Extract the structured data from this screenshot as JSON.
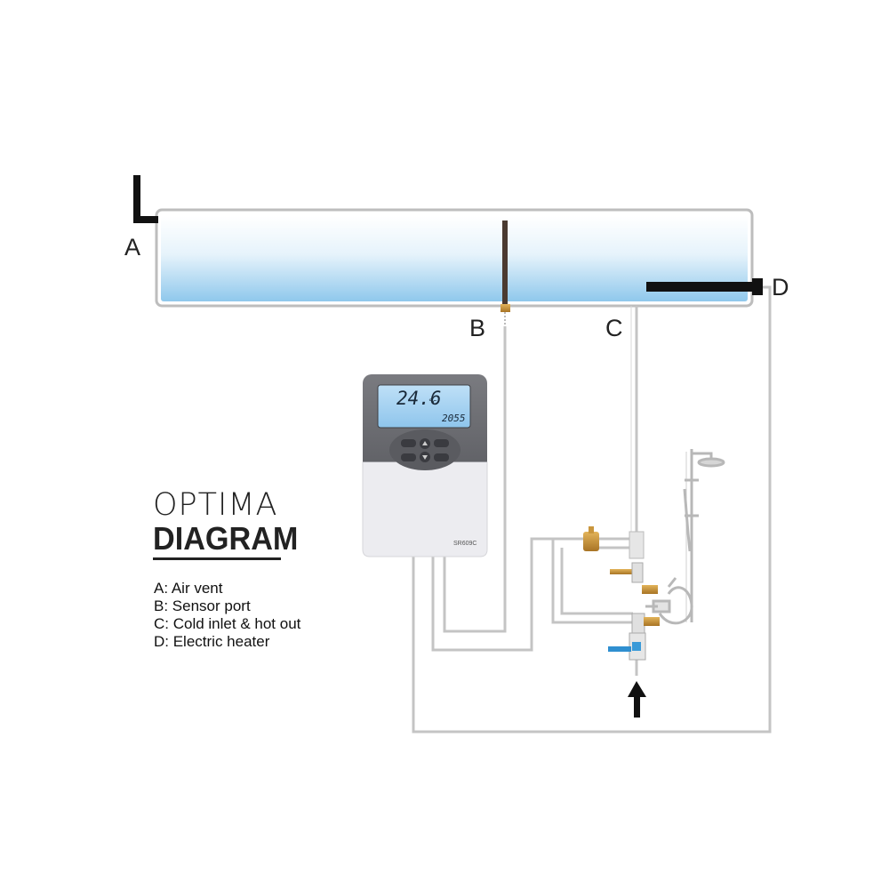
{
  "labels": {
    "a": "A",
    "b": "B",
    "c": "C",
    "d": "D"
  },
  "brand": {
    "line1": "OPTIMA",
    "line2": "DIAGRAM"
  },
  "legend": [
    "A: Air vent",
    "B: Sensor port",
    "C: Cold inlet & hot out",
    "D: Electric heater"
  ],
  "controller": {
    "display_main": "24.6",
    "display_unit": "°c",
    "display_sub": "2055",
    "model": "SR609C"
  },
  "colors": {
    "water_light": "#e8f4fb",
    "water_dark": "#9fd0ef",
    "pipe": "#c8c8c8",
    "brass": "#c9963d",
    "controller_top": "#6e6f73",
    "controller_bottom": "#e9e9ee",
    "valve_handle": "#2f8fd0"
  },
  "icons": {
    "arrow": "up-arrow-icon",
    "shower": "shower-icon",
    "air_vent": "air-vent-icon"
  }
}
